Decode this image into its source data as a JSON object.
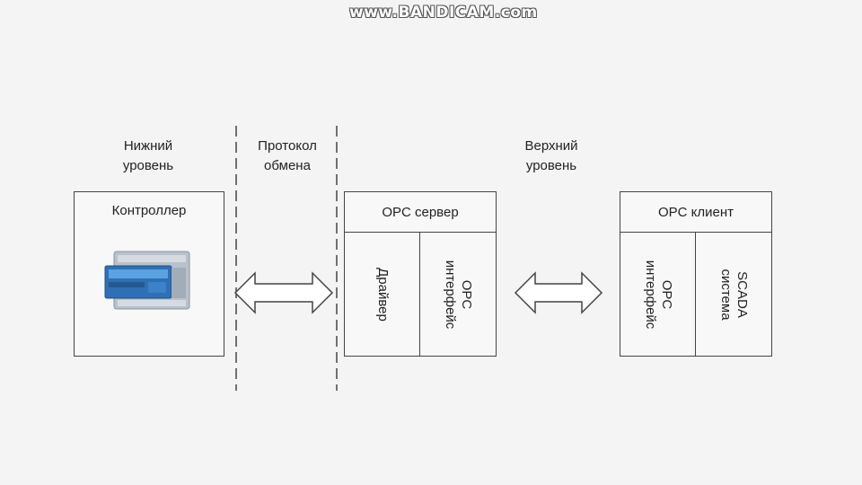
{
  "watermark": "www.BANDICAM.com",
  "labels": {
    "lower_level_line1": "Нижний",
    "lower_level_line2": "уровень",
    "protocol_line1": "Протокол",
    "protocol_line2": "обмена",
    "upper_level_line1": "Верхний",
    "upper_level_line2": "уровень"
  },
  "controller_box": {
    "title": "Контроллер",
    "image_icon": "plc-controller-icon",
    "image_colors": {
      "body": "#2f6fb5",
      "highlight": "#5aa2e0",
      "frame": "#b9c2cc"
    }
  },
  "opc_server_box": {
    "title": "OPC сервер",
    "sections": [
      {
        "line1": "Драйвер",
        "line2": ""
      },
      {
        "line1": "OPC",
        "line2": "интерфейс"
      }
    ]
  },
  "opc_client_box": {
    "title": "OPC клиент",
    "sections": [
      {
        "line1": "OPC",
        "line2": "интерфейс"
      },
      {
        "line1": "SCADA",
        "line2": "система"
      }
    ]
  },
  "colors": {
    "line": "#444444",
    "background": "#f4f4f4"
  }
}
